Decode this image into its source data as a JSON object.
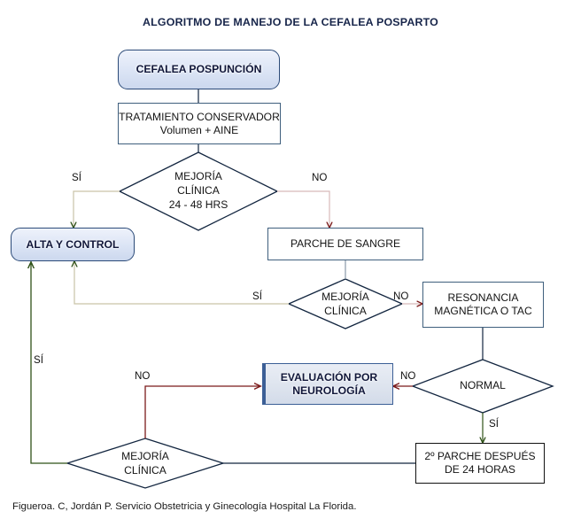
{
  "document": {
    "title": "ALGORITMO DE MANEJO DE LA CEFALEA POSPARTO",
    "footer": "Figueroa. C, Jordán P. Servicio Obstetricia y Ginecología Hospital La Florida."
  },
  "colors": {
    "title_text": "#17254a",
    "node_highlight_border": "#2b4a78",
    "node_highlight_fill": "#dbe4f5",
    "connector_dark": "#12253f",
    "connector_red": "#7b1a1a",
    "connector_green": "#2f5118",
    "connector_olive": "#7c7f4f",
    "connector_pink": "#c9a0a0"
  },
  "nodes": {
    "start": {
      "label": "CEFALEA POSPUNCIÓN",
      "shape": "rounded-rectangle"
    },
    "conservative": {
      "line1": "TRATAMIENTO CONSERVADOR",
      "line2": "Volumen + AINE",
      "shape": "rectangle"
    },
    "decision_1": {
      "line1": "MEJORÍA",
      "line2": "CLÍNICA",
      "line3": "24 - 48 HRS",
      "shape": "diamond"
    },
    "discharge": {
      "label": "ALTA Y CONTROL",
      "shape": "rounded-rectangle"
    },
    "blood_patch": {
      "label": "PARCHE DE SANGRE",
      "shape": "rectangle"
    },
    "decision_2": {
      "line1": "MEJORÍA",
      "line2": "CLÍNICA",
      "shape": "diamond"
    },
    "imaging": {
      "line1": "RESONANCIA",
      "line2": "MAGNÉTICA O TAC",
      "shape": "rectangle"
    },
    "decision_normal": {
      "line1": "NORMAL",
      "shape": "diamond"
    },
    "neurology": {
      "line1": "EVALUACIÓN POR",
      "line2": "NEUROLOGÍA",
      "shape": "rectangle-accent"
    },
    "second_patch": {
      "line1": "2º PARCHE DESPUÉS",
      "line2": "DE 24 HORAS",
      "shape": "rectangle"
    },
    "decision_3": {
      "line1": "MEJORÍA",
      "line2": "CLÍNICA",
      "shape": "diamond"
    }
  },
  "edges": [
    {
      "id": "e1",
      "from": "decision_1",
      "to": "discharge",
      "label": "SÍ"
    },
    {
      "id": "e2",
      "from": "decision_1",
      "to": "blood_patch",
      "label": "NO"
    },
    {
      "id": "e3",
      "from": "decision_2",
      "to": "discharge",
      "label": "SÍ"
    },
    {
      "id": "e4",
      "from": "decision_2",
      "to": "imaging",
      "label": "NO"
    },
    {
      "id": "e5",
      "from": "decision_normal",
      "to": "neurology",
      "label": "NO"
    },
    {
      "id": "e6",
      "from": "decision_normal",
      "to": "second_patch",
      "label": "SÍ"
    },
    {
      "id": "e7",
      "from": "decision_3",
      "to": "neurology",
      "label": "NO"
    },
    {
      "id": "e8",
      "from": "decision_3",
      "to": "discharge",
      "label": "SÍ"
    }
  ],
  "edge_labels": {
    "d1_si": "SÍ",
    "d1_no": "NO",
    "d2_si": "SÍ",
    "d2_no": "NO",
    "dn_no": "NO",
    "dn_si": "SÍ",
    "d3_no": "NO",
    "d3_si": "SÍ"
  }
}
